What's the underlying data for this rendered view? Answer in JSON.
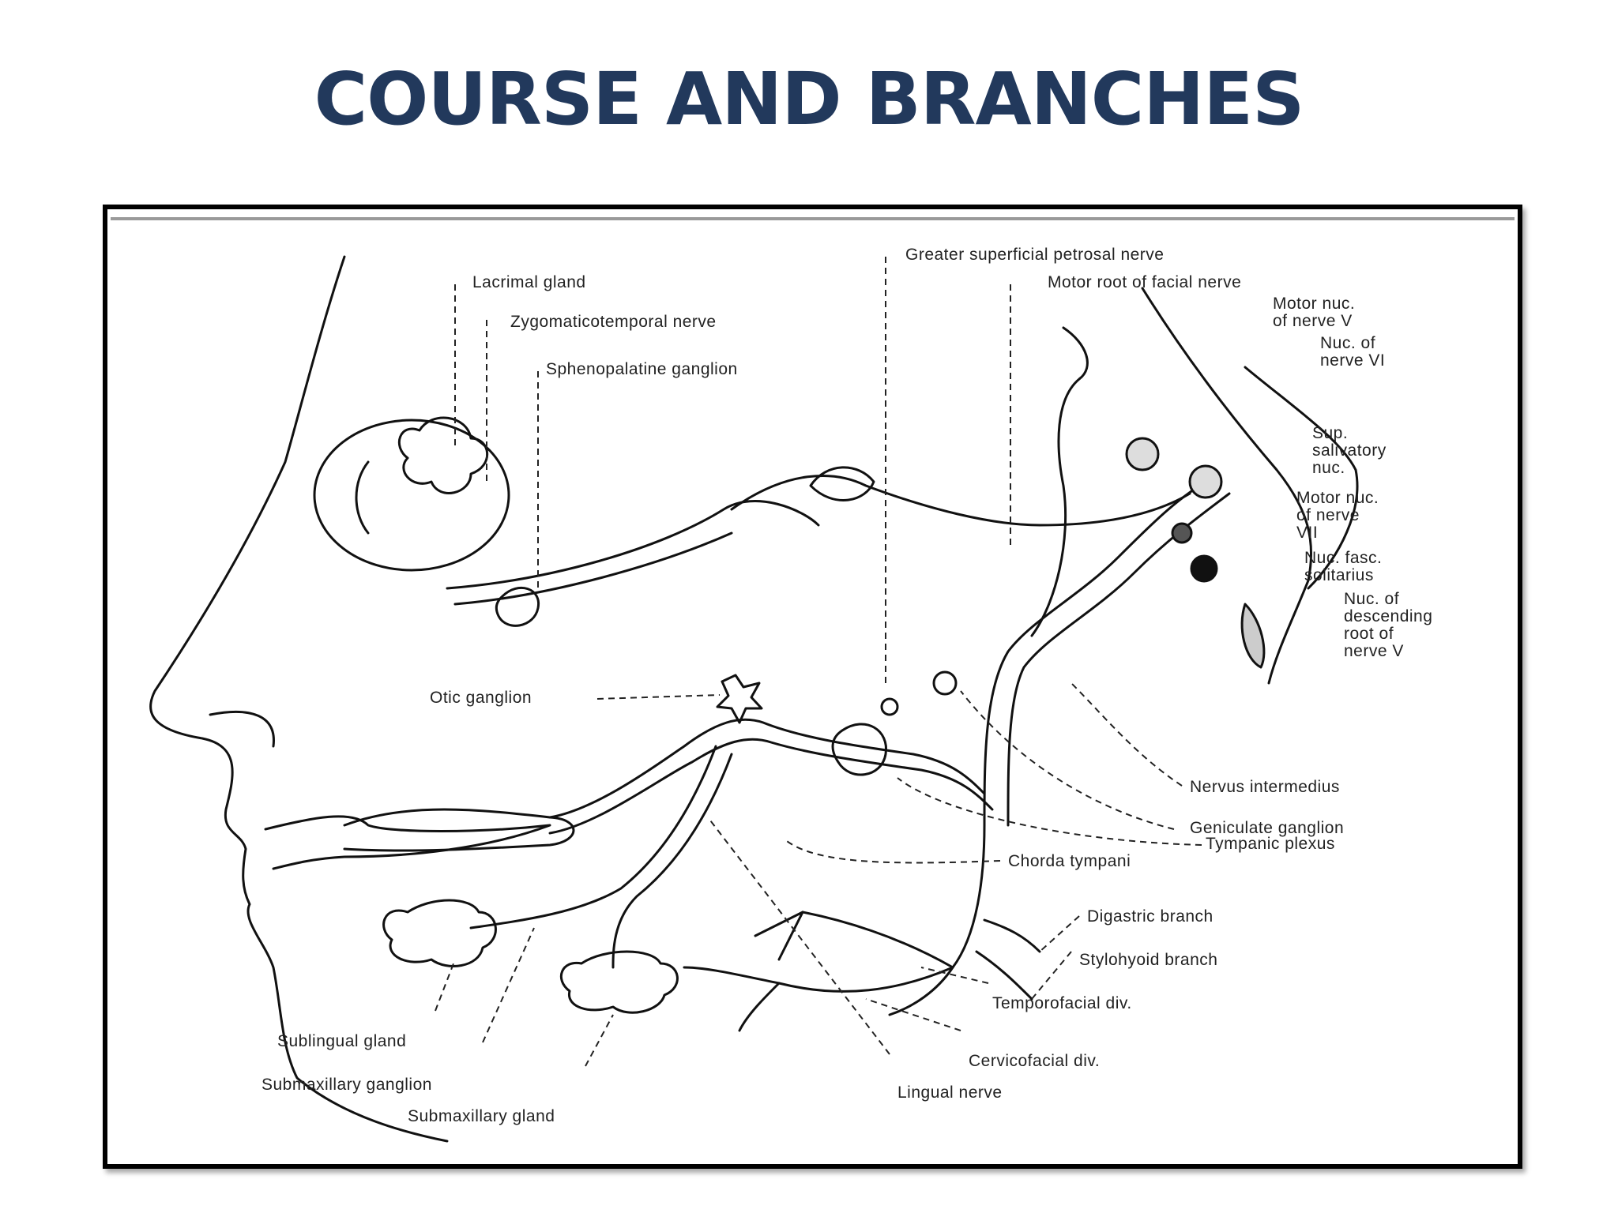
{
  "slide": {
    "title": "COURSE AND BRANCHES"
  },
  "labels": {
    "lacrimal_gland": "Lacrimal gland",
    "zygomaticotemporal_nerve": "Zygomaticotemporal nerve",
    "sphenopalatine_ganglion": "Sphenopalatine ganglion",
    "greater_superficial_petrosal_nerve": "Greater superficial petrosal nerve",
    "motor_root_facial_nerve": "Motor root of facial nerve",
    "motor_nuc_v": [
      "Motor nuc.",
      "of nerve V"
    ],
    "nuc_vi": [
      "Nuc. of",
      "nerve VI"
    ],
    "sup_salivatory_nuc": [
      "Sup.",
      "salivatory",
      "nuc."
    ],
    "motor_nuc_vii": [
      "Motor nuc.",
      "of nerve",
      "VII"
    ],
    "nuc_fasc_solitarius": [
      "Nuc. fasc.",
      "solitarius"
    ],
    "nuc_descending_root_v": [
      "Nuc. of",
      "descending",
      "root of",
      "nerve V"
    ],
    "otic_ganglion": "Otic ganglion",
    "nervus_intermedius": "Nervus intermedius",
    "geniculate_ganglion": "Geniculate ganglion",
    "tympanic_plexus": "Tympanic plexus",
    "chorda_tympani": "Chorda tympani",
    "digastric_branch": "Digastric branch",
    "stylohyoid_branch": "Stylohyoid branch",
    "temporofacial_div": "Temporofacial div.",
    "cervicofacial_div": "Cervicofacial div.",
    "lingual_nerve": "Lingual nerve",
    "sublingual_gland": "Sublingual gland",
    "submaxillary_ganglion": "Submaxillary ganglion",
    "submaxillary_gland": "Submaxillary gland"
  }
}
